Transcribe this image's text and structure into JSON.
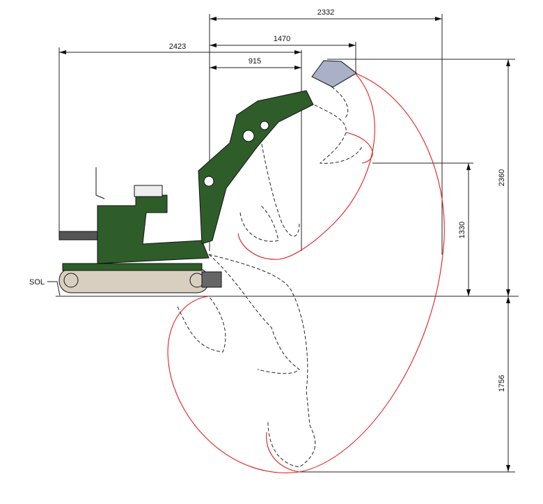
{
  "title": "Excavator working range diagram",
  "dimensions": {
    "max_reach_from_pivot": "2332",
    "bucket_top_reach": "1470",
    "overall_length": "2423",
    "arm_reach": "915",
    "max_height": "2360",
    "dump_height": "1330",
    "dig_depth": "1756"
  },
  "ground_label": "SOL",
  "colors": {
    "machine": "#2e5d2a",
    "track": "#d8cfc0",
    "bucket": "#a9b0c8",
    "envelope": "#e02020"
  }
}
